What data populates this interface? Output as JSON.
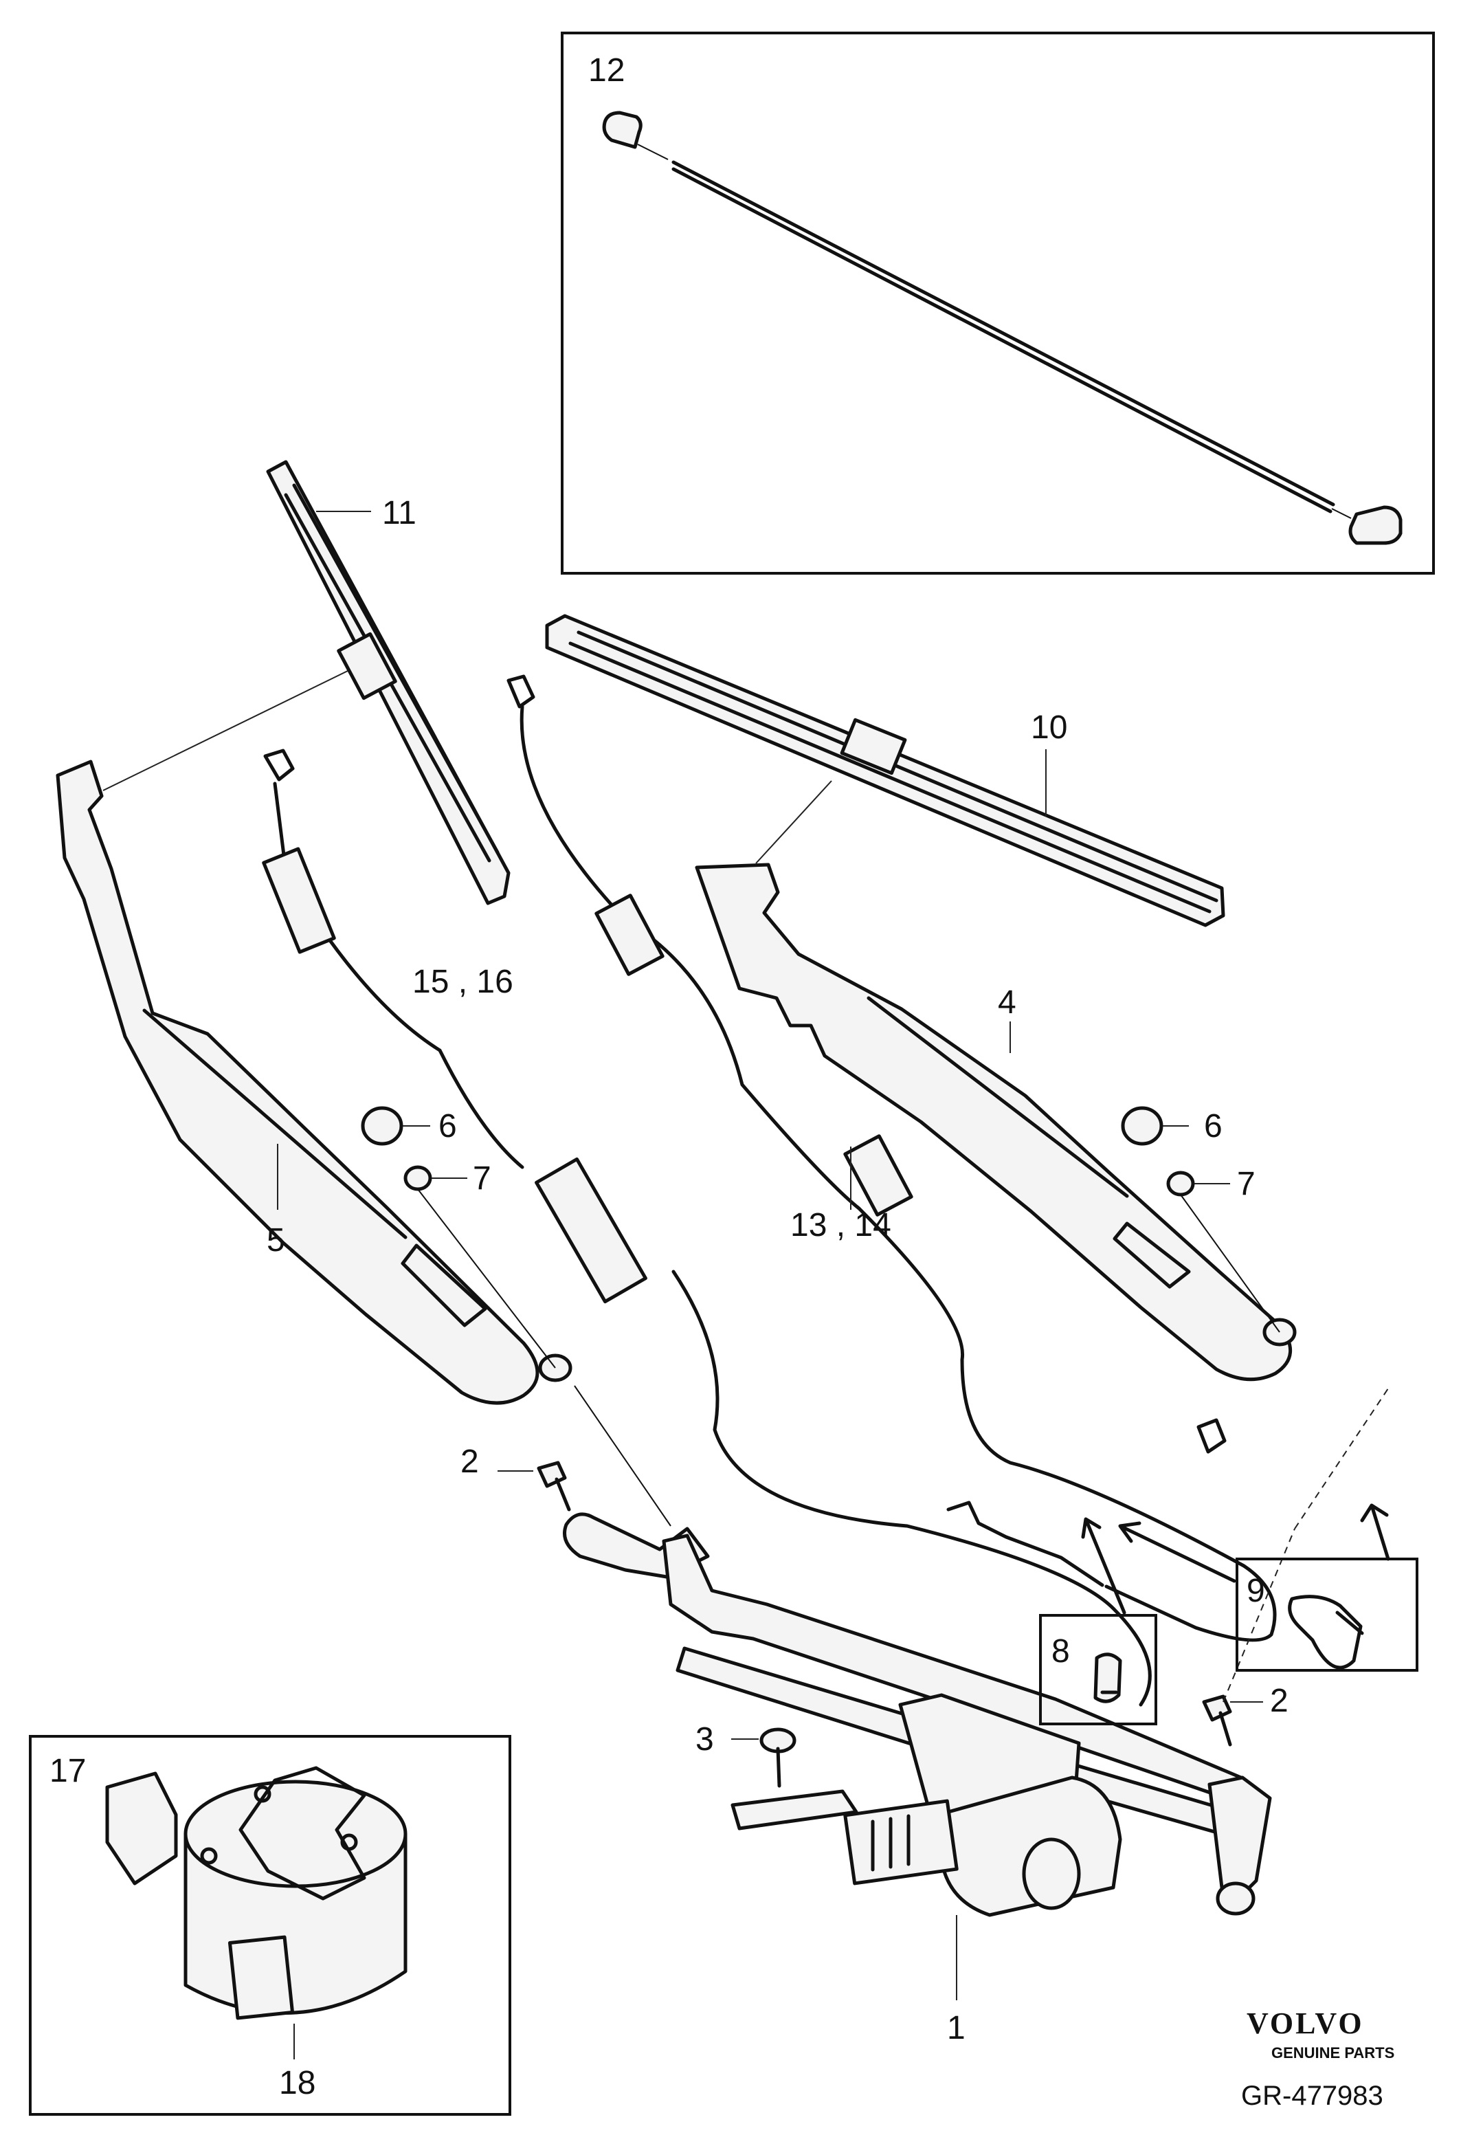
{
  "callouts": {
    "p1": "1",
    "p2a": "2",
    "p2b": "2",
    "p3": "3",
    "p4": "4",
    "p5": "5",
    "p6a": "6",
    "p6b": "6",
    "p7a": "7",
    "p7b": "7",
    "p8": "8",
    "p9": "9",
    "p10": "10",
    "p11": "11",
    "p12": "12",
    "p13_14": "13 , 14",
    "p15_16": "15 , 16",
    "p17": "17",
    "p18": "18"
  },
  "branding": {
    "brand": "VOLVO",
    "tagline": "GENUINE PARTS",
    "code": "GR-477983"
  }
}
